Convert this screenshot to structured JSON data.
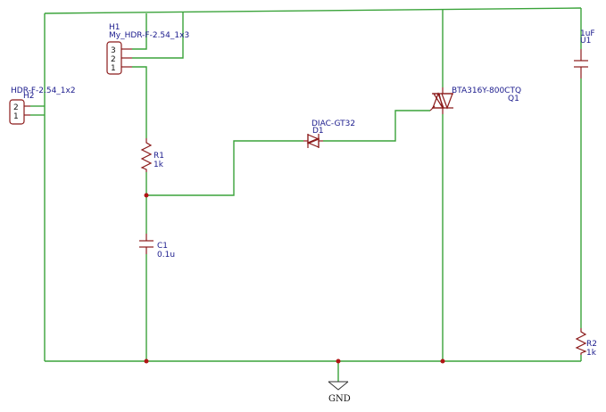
{
  "components": {
    "h1": {
      "ref": "H1",
      "value": "My_HDR-F-2.54_1x3",
      "pins": [
        "3",
        "2",
        "1"
      ]
    },
    "h2": {
      "ref": "H2",
      "value": "HDR-F-2.54_1x2",
      "pins": [
        "2",
        "1"
      ]
    },
    "r1": {
      "ref": "R1",
      "value": "1k"
    },
    "r2": {
      "ref": "R2",
      "value": "1k"
    },
    "c1": {
      "ref": "C1",
      "value": "0.1u"
    },
    "u1": {
      "ref": "U1",
      "value": "1uF"
    },
    "d1": {
      "ref": "D1",
      "value": "DIAC-GT32"
    },
    "q1": {
      "ref": "Q1",
      "value": "BTA316Y-800CTQ"
    }
  },
  "net_labels": {
    "gnd": "GND"
  },
  "colors": {
    "wire": "#3aa33a",
    "part": "#8b1a1a",
    "label": "#1a1a8c",
    "junction": "#b01515"
  }
}
